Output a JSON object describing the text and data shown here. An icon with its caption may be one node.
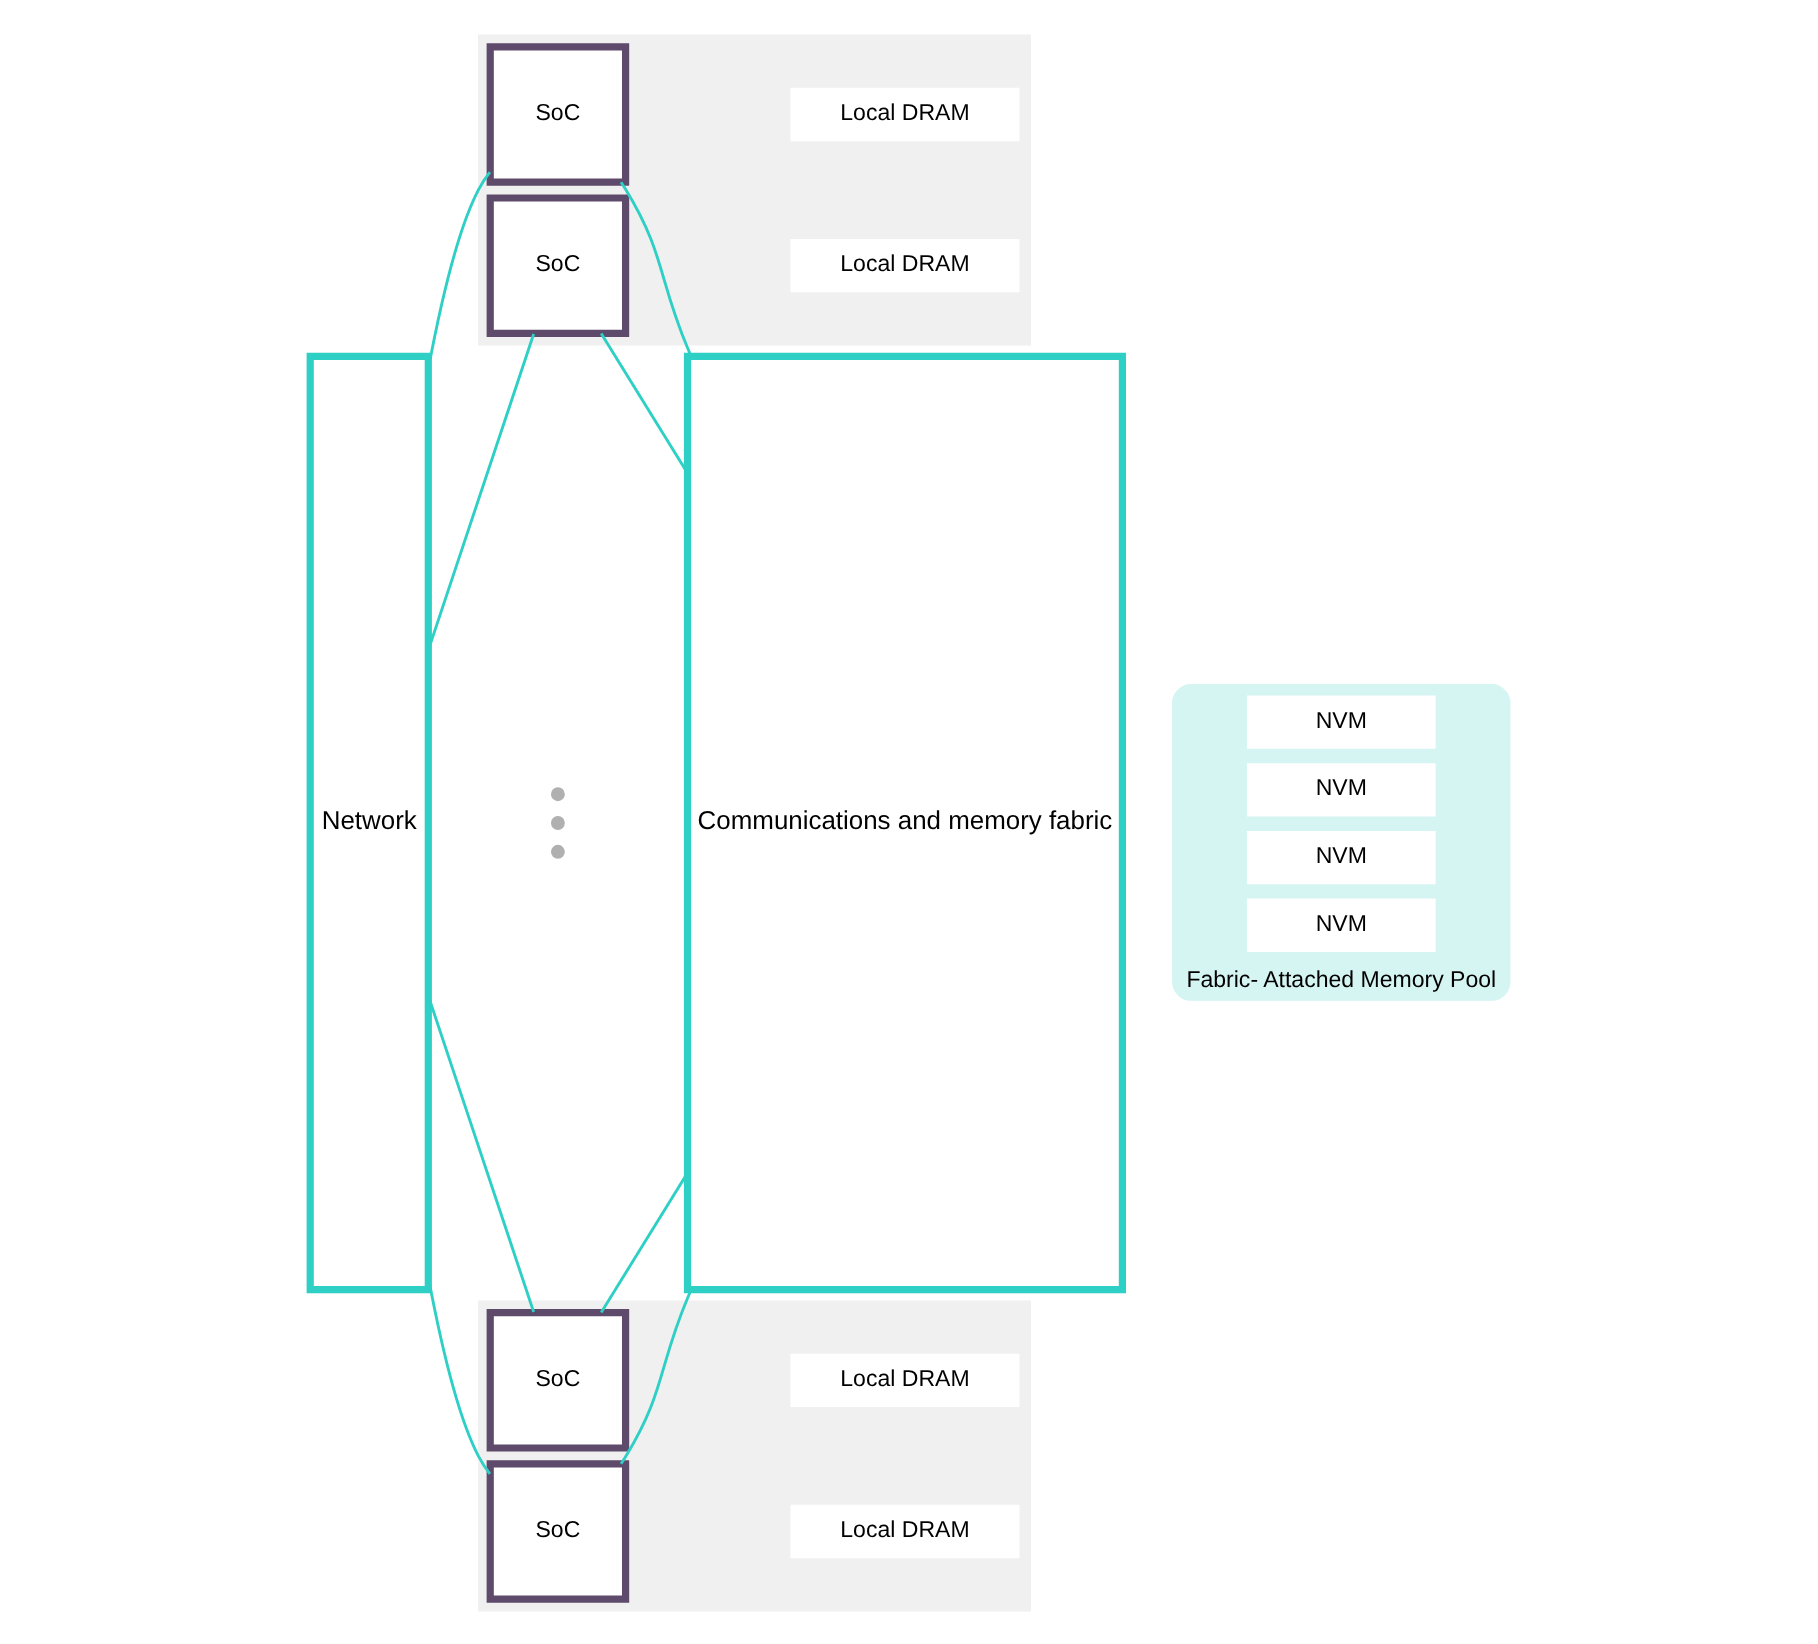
{
  "diagram": {
    "nodes": [
      {
        "text": [
          "Network"
        ]
      },
      {
        "text": [],
        "shape": "box"
      },
      {
        "text": [
          "SoC"
        ],
        "in": 1
      },
      {
        "text": [
          "Local DRAM"
        ],
        "in": 1
      },
      {
        "text": [
          "SoC"
        ],
        "in": 1
      },
      {
        "text": [
          "Local DRAM"
        ],
        "in": 1
      },
      {
        "text": [],
        "shape": "box"
      },
      {
        "text": [
          "SoC"
        ],
        "in": 6
      },
      {
        "text": [
          "Local DRAM"
        ],
        "in": 6
      },
      {
        "text": [
          "SoC"
        ],
        "in": 6
      },
      {
        "text": [
          "Local DRAM"
        ],
        "in": 6
      },
      {
        "text": [
          "Communications and memory fabric"
        ]
      },
      {
        "text": [
          "Fabric- Attached Memory Pool"
        ]
      },
      {
        "text": [
          "NVM"
        ],
        "in": 12
      },
      {
        "text": [
          "NVM"
        ],
        "in": 12
      },
      {
        "text": [
          "NVM"
        ],
        "in": 12
      },
      {
        "text": [
          "NVM"
        ],
        "in": 12
      }
    ],
    "edges": [
      {
        "from": 0,
        "to": 2,
        "arrow": "none"
      },
      {
        "from": 2,
        "to": 11,
        "arrow": "none"
      },
      {
        "from": 0,
        "to": 4,
        "arrow": "none"
      },
      {
        "from": 4,
        "to": 11,
        "arrow": "none"
      },
      {
        "from": 0,
        "to": 7,
        "arrow": "none"
      },
      {
        "from": 7,
        "to": 11,
        "arrow": "none"
      },
      {
        "from": 0,
        "to": 9,
        "arrow": "none"
      },
      {
        "from": 9,
        "to": 11,
        "arrow": "none"
      }
    ]
  }
}
